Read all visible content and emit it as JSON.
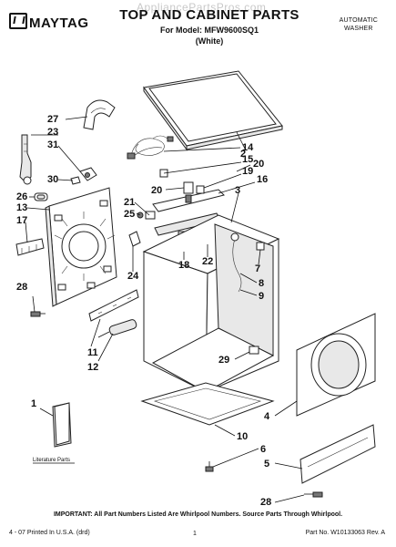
{
  "header": {
    "brand": "MAYTAG",
    "watermark": "AppliancePartsPros.com",
    "title": "TOP AND CABINET PARTS",
    "model_line": "For Model: MFW9600SQ1",
    "color": "(White)",
    "product_line1": "AUTOMATIC",
    "product_line2": "WASHER"
  },
  "diagram": {
    "literature_label": "Literature Parts",
    "callouts": [
      "27",
      "23",
      "31",
      "30",
      "26",
      "13",
      "17",
      "28",
      "14",
      "15",
      "19",
      "20",
      "16",
      "2",
      "20",
      "21",
      "25",
      "24",
      "18",
      "22",
      "3",
      "7",
      "8",
      "9",
      "11",
      "12",
      "29",
      "10",
      "4",
      "6",
      "5",
      "28",
      "1"
    ]
  },
  "footer": {
    "note": "IMPORTANT: All Part Numbers Listed Are Whirlpool Numbers. Source Parts Through Whirlpool.",
    "printed": "4 - 07 Printed In U.S.A. (drd)",
    "page": "1",
    "part_number": "Part No. W10133063 Rev. A"
  }
}
